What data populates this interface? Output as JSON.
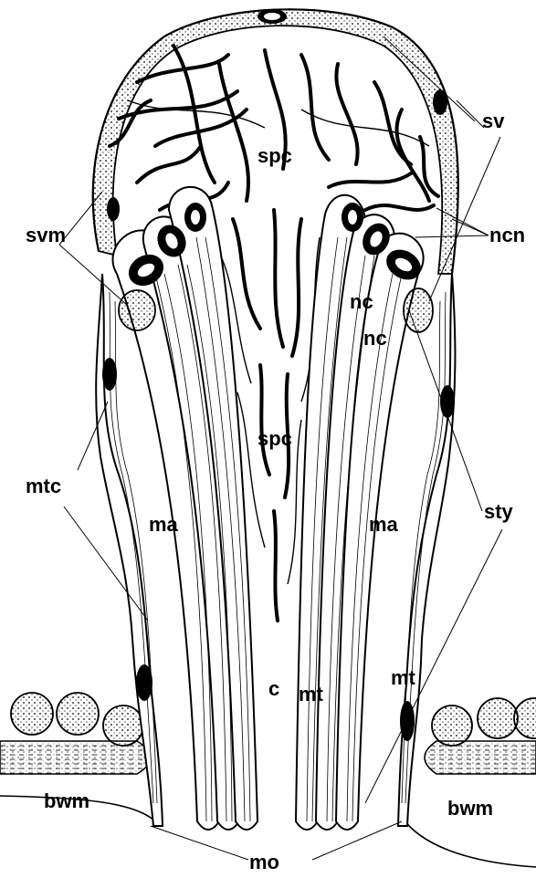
{
  "figure": {
    "labels": {
      "sv": "sv",
      "ncn": "ncn",
      "svm": "svm",
      "spc_top": "spc",
      "spc_mid": "spc",
      "nc_upper": "nc",
      "nc_lower": "nc",
      "mtc": "mtc",
      "sty": "sty",
      "ma_left": "ma",
      "ma_right": "ma",
      "c": "c",
      "mt_center": "mt",
      "mt_right": "mt",
      "bwm_left": "bwm",
      "bwm_right": "bwm",
      "mo": "mo"
    }
  }
}
